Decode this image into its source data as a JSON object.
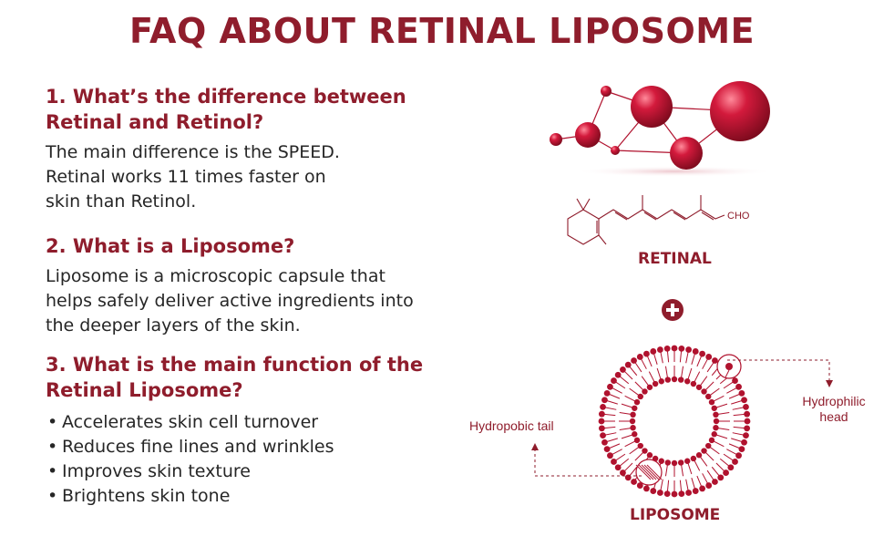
{
  "title": "FAQ ABOUT RETINAL LIPOSOME",
  "faq": [
    {
      "question_line1": "1. What’s the difference between",
      "question_line2": "Retinal and Retinol?",
      "answer_lines": [
        "The main difference is the SPEED.",
        "Retinal works 11 times faster on",
        "skin than Retinol."
      ]
    },
    {
      "question_line1": "2. What is a Liposome?",
      "answer_lines": [
        "Liposome is a microscopic capsule that",
        "helps safely deliver active ingredients into",
        "the deeper layers of the skin."
      ]
    },
    {
      "question_line1": "3. What is the main function of the",
      "question_line2": "Retinal Liposome?",
      "bullets": [
        "Accelerates skin cell turnover",
        "Reduces fine lines and wrinkles",
        "Improves skin texture",
        "Brightens skin tone"
      ]
    }
  ],
  "illustration": {
    "formula_group": "CHO",
    "retinal_label": "RETINAL",
    "plus_icon": "plus-circle-icon",
    "liposome_label": "LIPOSOME",
    "hydrophobic_label": "Hydropobic tail",
    "hydrophilic_line1": "Hydrophilic",
    "hydrophilic_line2": "head"
  },
  "colors": {
    "brand": "#8f1d2c",
    "text": "#262626",
    "molecule": "#b0122e"
  }
}
